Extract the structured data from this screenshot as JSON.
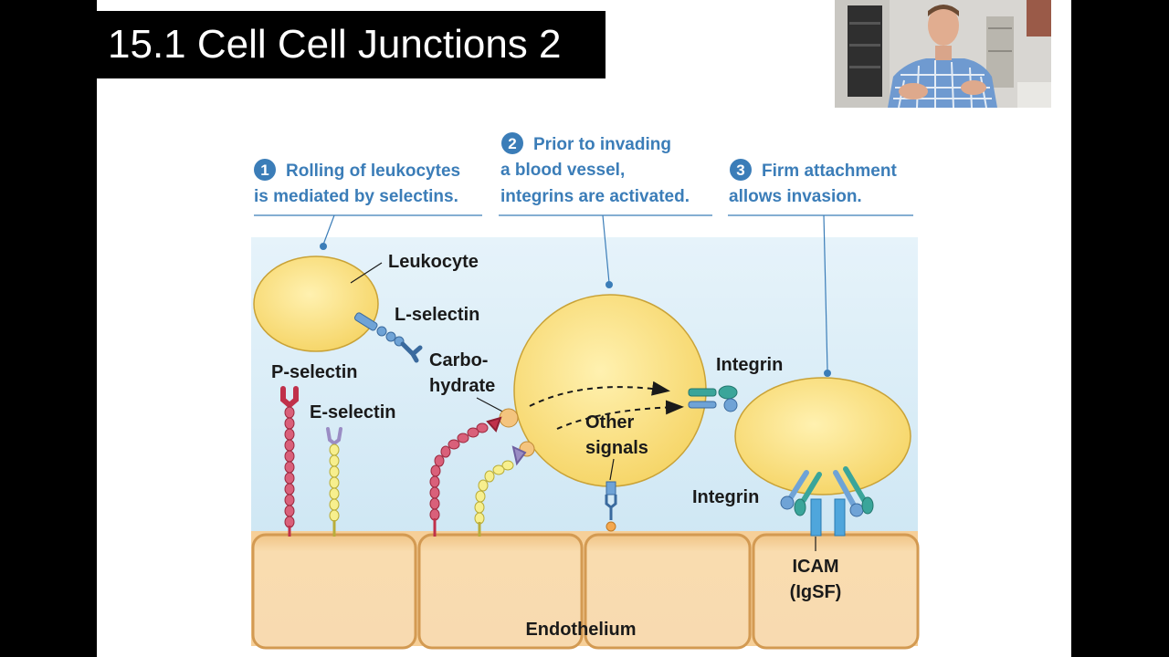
{
  "slide": {
    "title": "15.1 Cell Cell Junctions 2"
  },
  "steps": [
    {
      "number": "1",
      "line1": "Rolling of leukocytes",
      "line2": "is mediated by selectins."
    },
    {
      "number": "2",
      "line1": "Prior to invading",
      "line2": "a blood vessel,",
      "line3": "integrins are activated."
    },
    {
      "number": "3",
      "line1": "Firm attachment",
      "line2": "allows invasion."
    }
  ],
  "labels": {
    "leukocyte": "Leukocyte",
    "l_selectin": "L-selectin",
    "p_selectin": "P-selectin",
    "e_selectin": "E-selectin",
    "carbo1": "Carbo-",
    "carbo2": "hydrate",
    "integrin_top": "Integrin",
    "other1": "Other",
    "other2": "signals",
    "integrin_bottom": "Integrin",
    "icam1": "ICAM",
    "icam2": "(IgSF)",
    "endothelium": "Endothelium"
  },
  "colors": {
    "cell_fill": "#fde58a",
    "cell_stroke": "#c9a236",
    "background_blue": "#dbeef8",
    "endothelium_fill": "#f7d7a8",
    "step_text": "#3b7db8",
    "selectin_red": "#c0304a",
    "selectin_yellow": "#f4ec8c",
    "integrin_teal": "#3aa59a"
  }
}
